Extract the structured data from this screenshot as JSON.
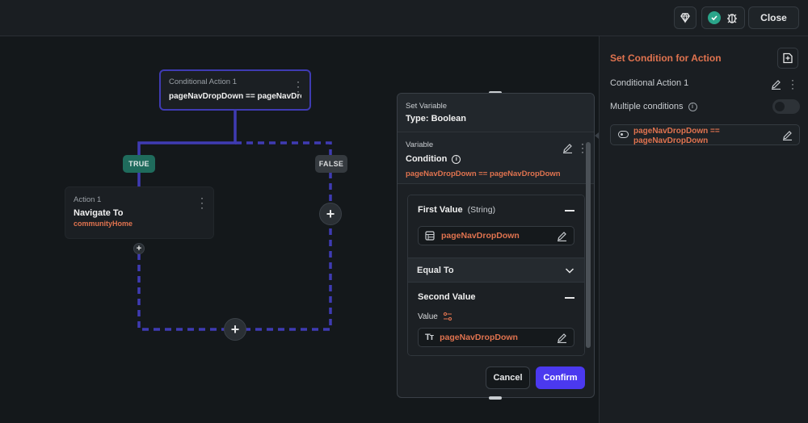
{
  "topbar": {
    "close_label": "Close"
  },
  "canvas": {
    "root_node": {
      "label": "Conditional Action 1",
      "expression": "pageNavDropDown == pageNavDro..."
    },
    "true_label": "TRUE",
    "false_label": "FALSE",
    "action_node": {
      "label": "Action 1",
      "title": "Navigate To",
      "target": "communityHome"
    },
    "plus": "+"
  },
  "modal": {
    "set_variable_label": "Set Variable",
    "type_label": "Type: Boolean",
    "variable_label": "Variable",
    "condition_label": "Condition",
    "condition_expression": "pageNavDropDown == pageNavDropDown",
    "first_value": {
      "title": "First Value",
      "type": "(String)",
      "value": "pageNavDropDown"
    },
    "operator": "Equal To",
    "second_value": {
      "title": "Second Value",
      "value_label": "Value",
      "value": "pageNavDropDown"
    },
    "cancel_label": "Cancel",
    "confirm_label": "Confirm"
  },
  "panel": {
    "title": "Set Condition for Action",
    "action_name": "Conditional Action 1",
    "multiple_conditions_label": "Multiple conditions",
    "condition_line1": "pageNavDropDown  ==",
    "condition_line2": "pageNavDropDown"
  },
  "colors": {
    "accent": "#4b39ef",
    "orange": "#e0734f",
    "true_green": "#1f6b5c",
    "connector": "#3f3bb3"
  }
}
